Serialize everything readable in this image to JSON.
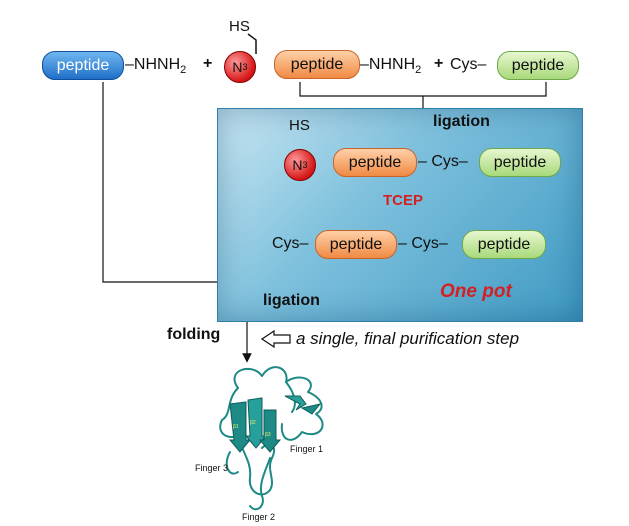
{
  "top_row": {
    "peptide1": "peptide",
    "hydrazide1": "–NHNH",
    "hydrazide1_sub": "2",
    "plus1": "+",
    "hs_top": "HS",
    "n3_top": "N",
    "n3_top_sub": "3",
    "peptide2": "peptide",
    "hydrazide2": "–NHNH",
    "hydrazide2_sub": "2",
    "plus2": "+",
    "cys_top": "Cys–",
    "peptide3": "peptide"
  },
  "box": {
    "ligation_top": "ligation",
    "hs_mid": "HS",
    "n3_mid": "N",
    "n3_mid_sub": "3",
    "peptide_mid1": "peptide",
    "cys_mid": "– Cys–",
    "peptide_mid2": "peptide",
    "tcep": "TCEP",
    "cys_bottom_left": "Cys–",
    "peptide_bot1": "peptide",
    "cys_bottom_right": "– Cys–",
    "peptide_bot2": "peptide",
    "ligation_bottom": "ligation",
    "one_pot": "One pot"
  },
  "folding": "folding",
  "purification": "a single, final purification step",
  "protein_labels": {
    "finger1": "Finger 1",
    "finger2": "Finger 2",
    "finger3": "Finger 3"
  },
  "colors": {
    "blue_peptide": "#1f6fc8",
    "orange_peptide": "#f08a44",
    "green_peptide": "#a8d97a",
    "azide_red": "#d81e1e",
    "box_blue": "#3f9ac4",
    "tcep_red": "#d42020",
    "protein_teal": "#1d8a86"
  }
}
